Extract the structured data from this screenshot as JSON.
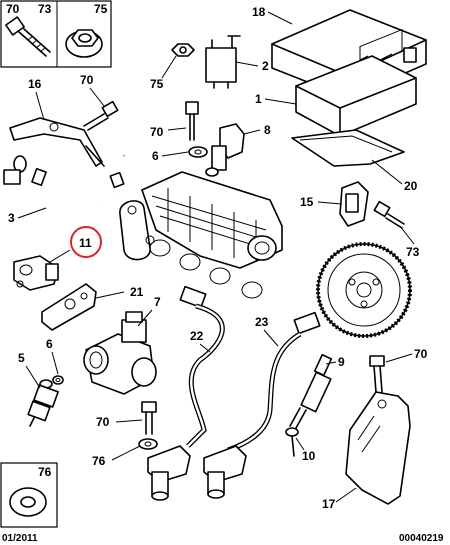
{
  "top_left_box": {
    "labels": [
      "70",
      "73",
      "75"
    ]
  },
  "bottom_left_box": {
    "label": "76",
    "date": "01/2011"
  },
  "reference": "00040219",
  "highlight_color": "#d9262b",
  "callouts": {
    "c18": "18",
    "c2": "2",
    "c75b": "75",
    "c1": "1",
    "c16": "16",
    "c70a": "70",
    "c70b": "70",
    "c8": "8",
    "c6a": "6",
    "c3": "3",
    "c20": "20",
    "c15": "15",
    "c73b": "73",
    "c11": "11",
    "c21": "21",
    "c7": "7",
    "c22": "22",
    "c23": "23",
    "c5": "5",
    "c6b": "6",
    "c70c": "70",
    "c70d": "70",
    "c76": "76",
    "c9": "9",
    "c10": "10",
    "c17": "17"
  }
}
